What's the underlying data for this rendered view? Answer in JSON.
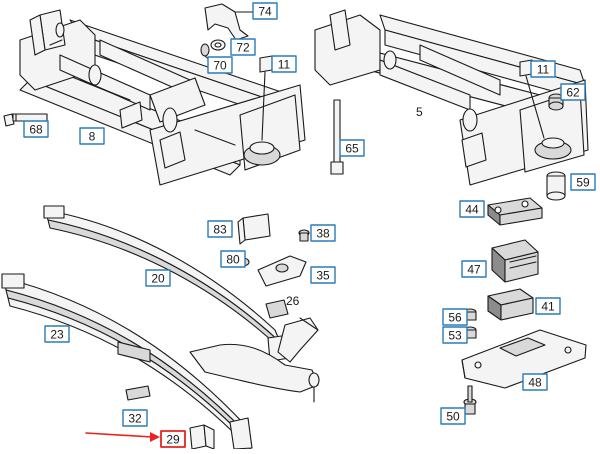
{
  "colors": {
    "line": "#1a1a1a",
    "fill_light": "#f4f4f4",
    "fill_mid": "#d9d9d9",
    "fill_dark": "#8c8c8c",
    "label_border": "#2b7bb9",
    "label_text": "#1a1a1a",
    "arrow": "#e8231e"
  },
  "plain_labels": {
    "l26": "26",
    "l5": "5"
  },
  "callouts": [
    {
      "id": "74",
      "text": "74"
    },
    {
      "id": "72",
      "text": "72"
    },
    {
      "id": "70",
      "text": "70"
    },
    {
      "id": "11a",
      "text": "11"
    },
    {
      "id": "68",
      "text": "68"
    },
    {
      "id": "8",
      "text": "8"
    },
    {
      "id": "11b",
      "text": "11"
    },
    {
      "id": "62",
      "text": "62"
    },
    {
      "id": "65",
      "text": "65"
    },
    {
      "id": "59",
      "text": "59"
    },
    {
      "id": "44",
      "text": "44"
    },
    {
      "id": "83",
      "text": "83"
    },
    {
      "id": "38",
      "text": "38"
    },
    {
      "id": "80",
      "text": "80"
    },
    {
      "id": "35",
      "text": "35"
    },
    {
      "id": "20",
      "text": "20"
    },
    {
      "id": "47",
      "text": "47"
    },
    {
      "id": "41",
      "text": "41"
    },
    {
      "id": "56",
      "text": "56"
    },
    {
      "id": "53",
      "text": "53"
    },
    {
      "id": "23",
      "text": "23"
    },
    {
      "id": "48",
      "text": "48"
    },
    {
      "id": "32",
      "text": "32"
    },
    {
      "id": "50",
      "text": "50"
    },
    {
      "id": "29",
      "text": "29",
      "highlighted": true
    }
  ]
}
